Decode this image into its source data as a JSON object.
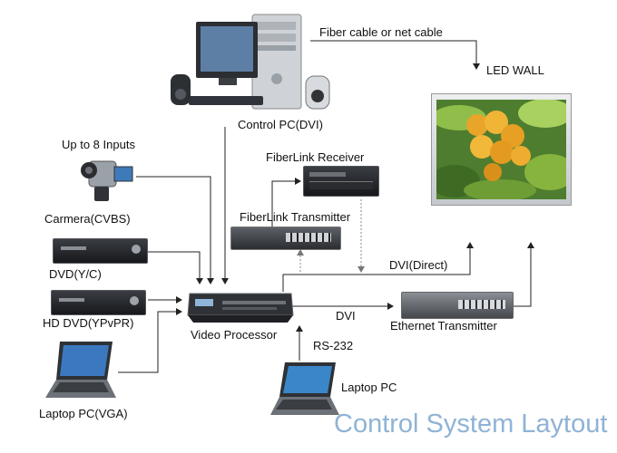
{
  "labels": {
    "fiber_cable": "Fiber cable or net cable",
    "led_wall": "LED WALL",
    "control_pc": "Control PC(DVI)",
    "up_to_inputs": "Up to 8 Inputs",
    "fiberlink_receiver": "FiberLink Receiver",
    "fiberlink_transmitter": "FiberLink Transmitter",
    "camera": "Carmera(CVBS)",
    "dvd": "DVD(Y/C)",
    "hd_dvd": "HD DVD(YPvPR)",
    "dvi_direct": "DVI(Direct)",
    "dvi": "DVI",
    "video_processor": "Video Processor",
    "ethernet_transmitter": "Ethernet Transmitter",
    "rs232": "RS-232",
    "laptop_pc": "Laptop PC",
    "laptop_pc_vga": "Laptop PC(VGA)",
    "layout_title": "Control System Laytout"
  },
  "colors": {
    "wire": "#222222",
    "dashed_wire": "#888888",
    "title": "#8fb3d6"
  }
}
